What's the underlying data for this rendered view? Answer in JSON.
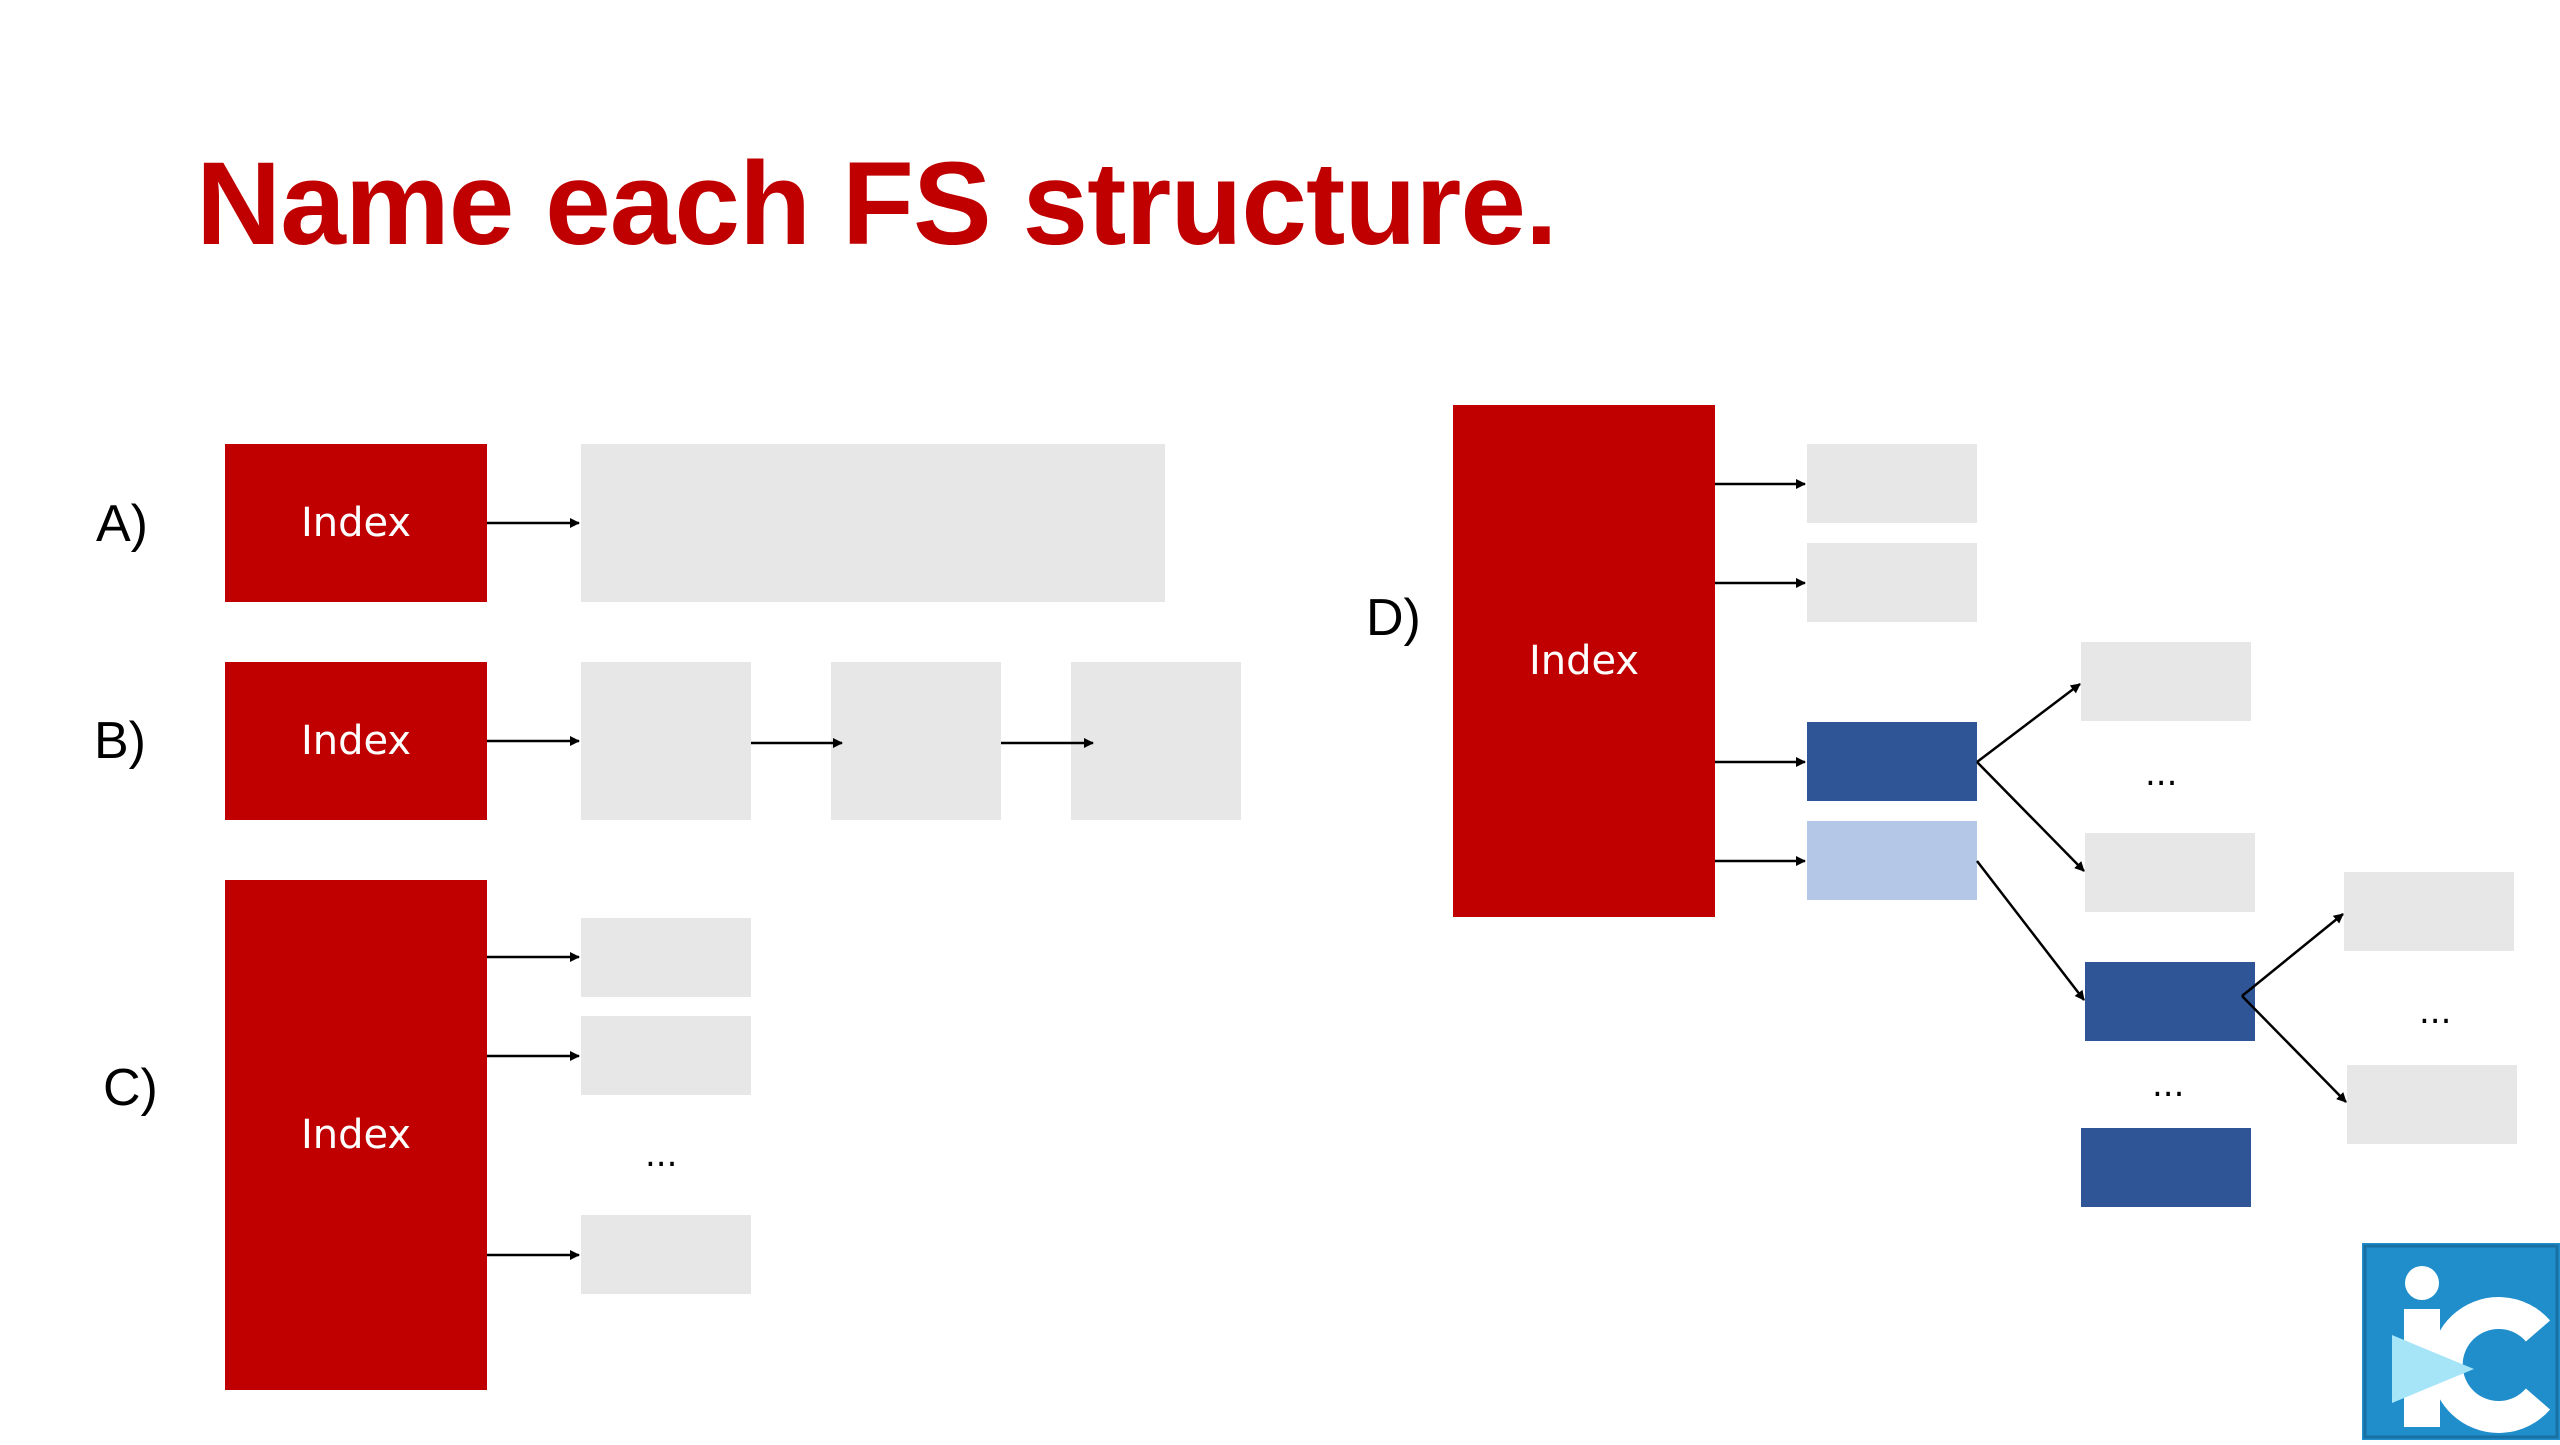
{
  "slide": {
    "title": "Name each FS structure.",
    "accent_color": "#c00000",
    "pointer_block_color": "#2f5597",
    "data_block_color": "#e7e7e7",
    "highlight_block_color": "#b4c7e7"
  },
  "structures": {
    "a": {
      "label": "A)",
      "index_label": "Index"
    },
    "b": {
      "label": "B)",
      "index_label": "Index"
    },
    "c": {
      "label": "C)",
      "index_label": "Index",
      "ellipsis": "..."
    },
    "d": {
      "label": "D)",
      "index_label": "Index",
      "ellipses": [
        "...",
        "...",
        "..."
      ]
    }
  },
  "logo": {
    "icon": "ic-logo-icon"
  }
}
